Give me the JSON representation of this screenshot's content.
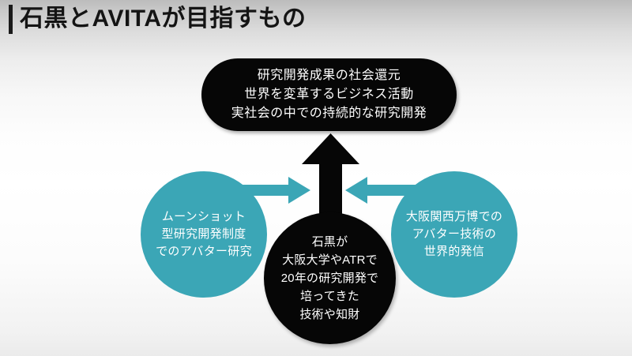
{
  "slide": {
    "title": "石黒とAVITAが目指すもの",
    "accent_color": "#3ba6b6",
    "dark_color": "#060606",
    "text_on_dark": "#ffffff"
  },
  "goal_banner": {
    "name": "goal-banner",
    "lines": [
      "研究開発成果の社会還元",
      "世界を変革するビジネス活動",
      "実社会の中での持続的な研究開発"
    ]
  },
  "circles": {
    "moonshot": {
      "lines": [
        "ムーンショット",
        "型研究開発制度",
        "でのアバター研究"
      ]
    },
    "expo": {
      "lines": [
        "大阪関西万博での",
        "アバター技術の",
        "世界的発信"
      ]
    },
    "core": {
      "lines": [
        "石黒が",
        "大阪大学やATRで",
        "20年の研究開発で",
        "培ってきた",
        "技術や知財"
      ]
    }
  },
  "arrows": {
    "up": "arrow-up-icon",
    "left_inward": "arrow-right-pointing-icon",
    "right_inward": "arrow-left-pointing-icon"
  }
}
